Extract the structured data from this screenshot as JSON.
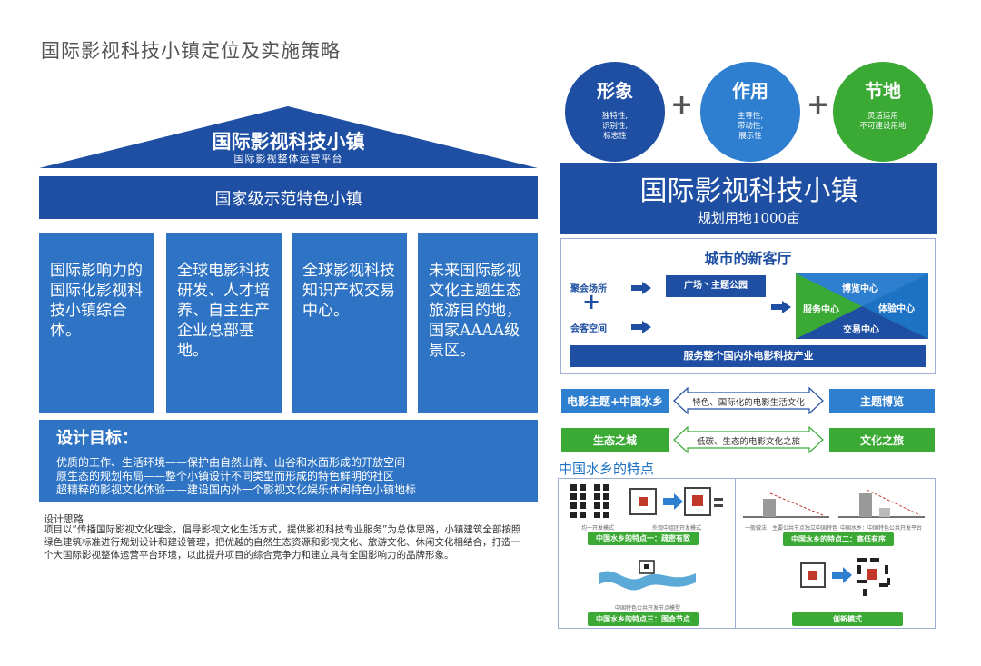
{
  "page_title": "国际影视科技小镇定位及实施策略",
  "roof": {
    "title": "国际影视科技小镇",
    "subtitle": "国际影视整体运营平台"
  },
  "band": "国家级示范特色小镇",
  "columns": [
    "国际影响力的国际化影视科技小镇综合体。",
    "全球电影科技研发、人才培养、自主生产企业总部基地。",
    "全球影视科技知识产权交易中心。",
    "未来国际影视文化主题生态旅游目的地，国家AAAA级 景区。"
  ],
  "goals": {
    "heading": "设计目标：",
    "lines": [
      "优质的工作、生活环境——保护由自然山脊、山谷和水面形成的开放空间",
      "原生态的规划布局——整个小镇设计不同类型而形成的特色鲜明的社区",
      "超精粹的影视文化体验——建设国内外一个影视文化娱乐休闲特色小镇地标"
    ]
  },
  "design": {
    "heading": "设计思路",
    "text": "项目以“传播国际影视文化理念，倡导影视文化生活方式，提供影视科技专业服务”为总体思路，小镇建筑全部按照绿色建筑标准进行规划设计和建设管理，把优越的自然生态资源和影视文化、旅游文化、休闲文化相结合，打造一个大国际影视整体运营平台环境，以此提升项目的综合竞争力和建立具有全国影响力的品牌形象。"
  },
  "circles": [
    {
      "title": "形象",
      "desc": [
        "独特性,",
        "识别性,",
        "标志性"
      ],
      "color": "#1E4FA3"
    },
    {
      "title": "作用",
      "desc": [
        "主导性,",
        "带动性,",
        "展示性"
      ],
      "color": "#2F7FD0"
    },
    {
      "title": "节地",
      "desc": [
        "灵活运用",
        "不可建设用地"
      ],
      "color": "#3BAA35"
    }
  ],
  "plus": "+",
  "town": {
    "title": "国际影视科技小镇",
    "subtitle": "规划用地1000亩"
  },
  "city": {
    "title": "城市的新客厅",
    "left_top": "聚会场所",
    "left_bottom": "会客空间",
    "plus": "+",
    "middle": "广场丶主题公园",
    "diamond": {
      "top": "博览中心",
      "left": "服务中心",
      "right": "体验中心",
      "bottom": "交易中心"
    },
    "footer": "服务整个国内外电影科技产业"
  },
  "themes": [
    {
      "left": "电影主题+中国水乡",
      "middle": "特色、国际化的电影生活文化",
      "right": "主题博览",
      "left_color": "#2F7FD0",
      "right_color": "#2F7FD0"
    },
    {
      "left": "生态之城",
      "middle": "低碳、生态的电影文化之旅",
      "right": "文化之旅",
      "left_color": "#3BAA35",
      "right_color": "#3BAA35"
    }
  ],
  "features": {
    "heading": "中国水乡的特点",
    "cells": [
      {
        "caption_a": "均一开发模式",
        "caption_b": "外观中组团开发模式",
        "button": "中国水乡的特点一：疏密有致"
      },
      {
        "caption_a": "一般做法：主要公共节点独立中国特色",
        "caption_b": "中国水乡：中国特色公共开发平台",
        "button": "中国水乡的特点二：高低有序"
      },
      {
        "caption_a": "中国特色公共开发节点模型",
        "button": "中国水乡的特点三：围合节点"
      },
      {
        "button": "创新模式"
      }
    ]
  }
}
